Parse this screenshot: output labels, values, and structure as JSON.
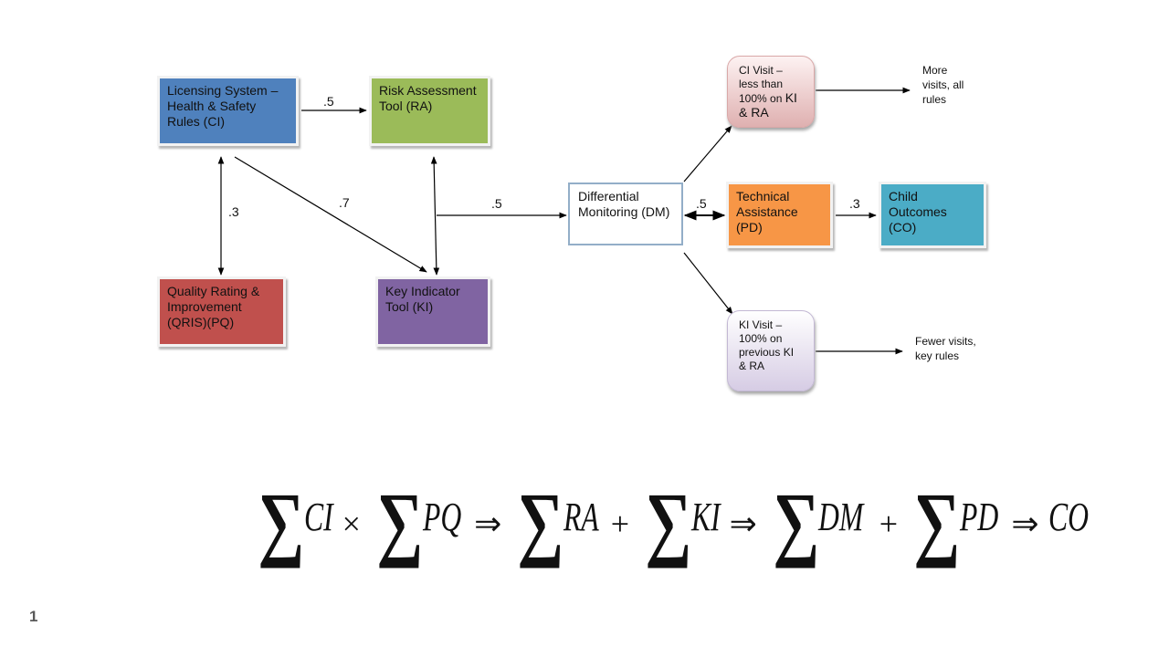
{
  "diagram": {
    "nodes": {
      "ci": {
        "label": "Licensing System – Health & Safety Rules (CI)",
        "color": "#4f81bd"
      },
      "ra": {
        "label": "Risk Assessment Tool (RA)",
        "color": "#9bbb59"
      },
      "pq": {
        "label": "Quality Rating & Improvement (QRIS)(PQ)",
        "color": "#c0504d"
      },
      "ki": {
        "label": "Key Indicator Tool (KI)",
        "color": "#8064a2"
      },
      "dm": {
        "label": "Differential Monitoring (DM)",
        "color": "#ffffff"
      },
      "pd": {
        "label": "Technical Assistance (PD)",
        "color": "#f79646"
      },
      "co": {
        "label": "Child Outcomes (CO)",
        "color": "#4bacc6"
      },
      "ci_visit": {
        "label_small": "CI Visit – less than 100% on",
        "label_big1": "KI",
        "label_big2": "& RA"
      },
      "ki_visit": {
        "label": "KI Visit – 100% on previous KI & RA"
      }
    },
    "outcomes": {
      "more": "More visits, all rules",
      "fewer": "Fewer visits, key rules"
    },
    "edges": [
      {
        "from": "ci",
        "to": "ra",
        "label": ".5",
        "direction": "forward"
      },
      {
        "from": "ci",
        "to": "pq",
        "label": ".3",
        "direction": "both"
      },
      {
        "from": "ci",
        "to": "ki",
        "label": ".7",
        "direction": "forward"
      },
      {
        "from": "ra",
        "to": "ki",
        "label": "",
        "direction": "both"
      },
      {
        "from": "ra-ki",
        "to": "dm",
        "label": ".5",
        "direction": "forward"
      },
      {
        "from": "dm",
        "to": "pd",
        "label": ".5",
        "direction": "both"
      },
      {
        "from": "pd",
        "to": "co",
        "label": ".3",
        "direction": "forward"
      },
      {
        "from": "dm",
        "to": "ci_visit",
        "label": "",
        "direction": "forward"
      },
      {
        "from": "dm",
        "to": "ki_visit",
        "label": "",
        "direction": "forward"
      },
      {
        "from": "ci_visit",
        "to": "more",
        "label": "",
        "direction": "forward"
      },
      {
        "from": "ki_visit",
        "to": "fewer",
        "label": "",
        "direction": "forward"
      }
    ]
  },
  "formula": {
    "sigma": "∑",
    "terms": [
      "CI",
      "PQ",
      "RA",
      "KI",
      "DM",
      "PD",
      "CO"
    ],
    "ops": [
      "×",
      "⇒",
      "+",
      "⇒",
      "+",
      "⇒"
    ]
  },
  "page_number": "1"
}
